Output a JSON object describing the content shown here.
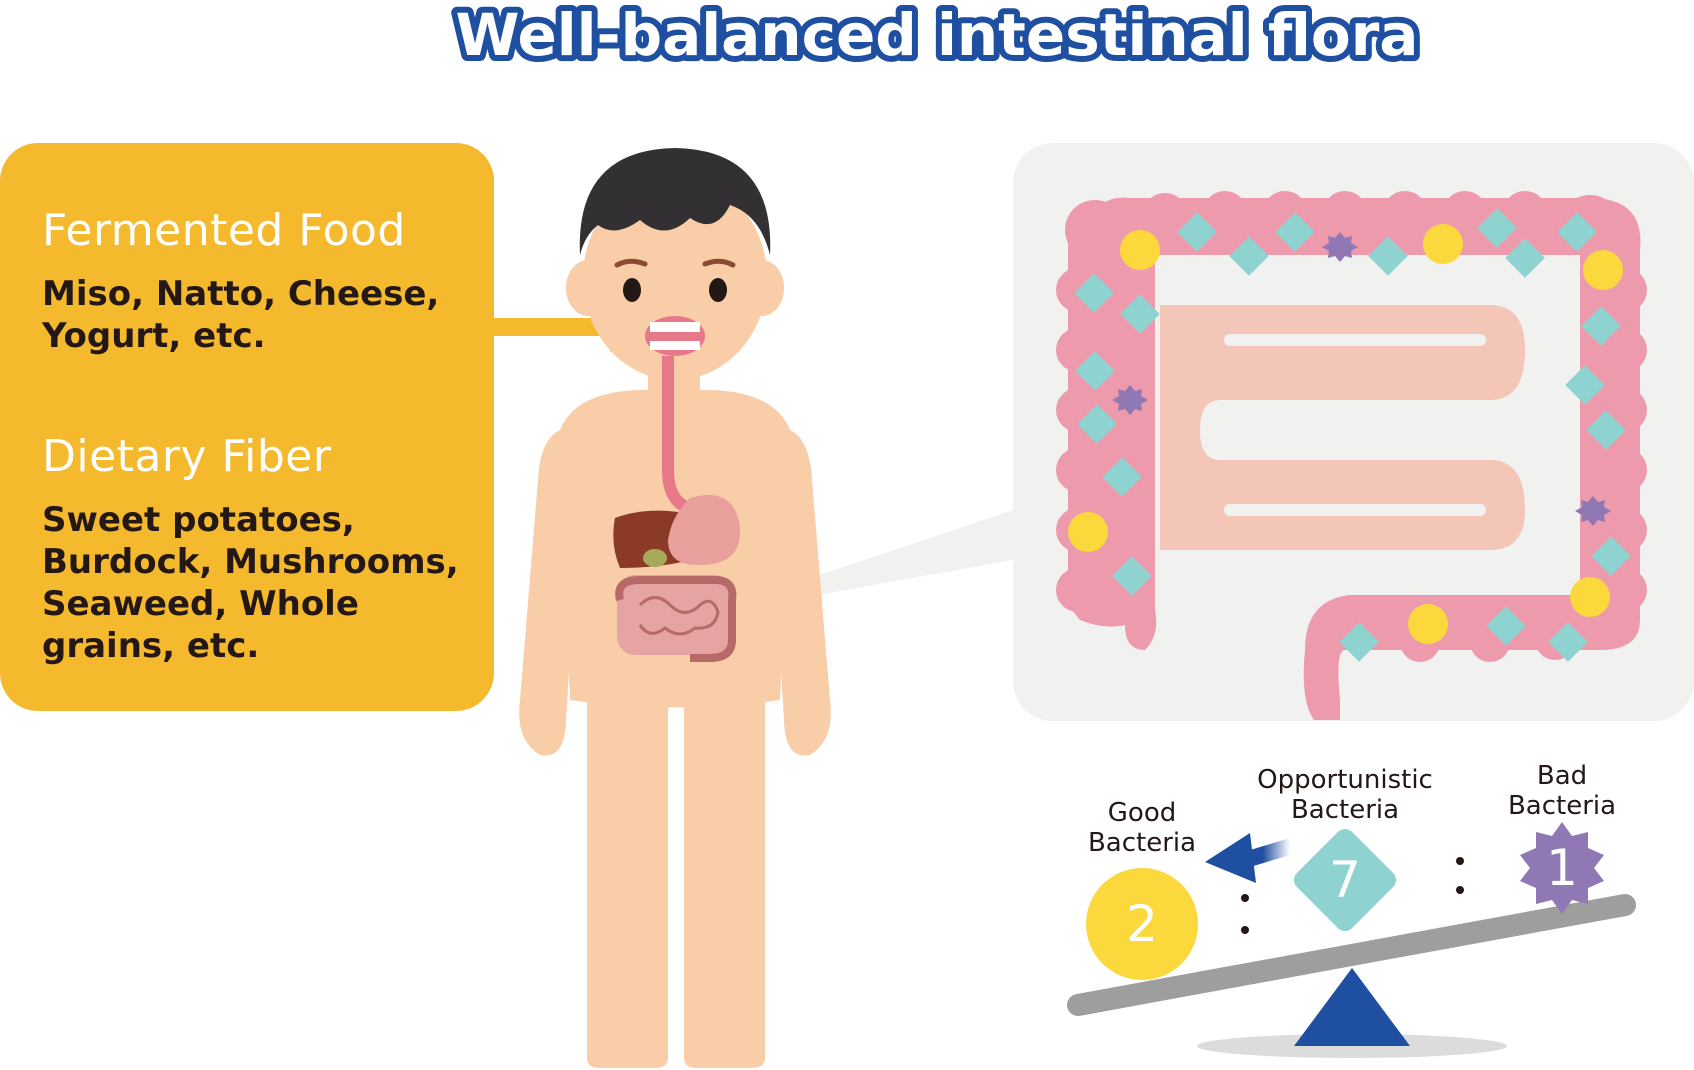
{
  "title": "Well-balanced intestinal flora",
  "food_panel": {
    "sections": [
      {
        "heading": "Fermented Food",
        "items": "Miso, Natto, Cheese, Yogurt, etc."
      },
      {
        "heading": "Dietary Fiber",
        "items": "Sweet potatoes, Burdock, Mushrooms, Seaweed, Whole grains, etc."
      }
    ]
  },
  "balance": {
    "good": {
      "label_line1": "Good",
      "label_line2": "Bacteria",
      "count": "2"
    },
    "opportunistic": {
      "label_line1": "Opportunistic",
      "label_line2": "Bacteria",
      "count": "7"
    },
    "bad": {
      "label_line1": "Bad",
      "label_line2": "Bacteria",
      "count": "1"
    },
    "separator": ":"
  },
  "colors": {
    "title_blue": "#1f4fa0",
    "panel_yellow": "#f5b92e",
    "good_yellow": "#fbd83c",
    "opportunistic_teal": "#8fd3d0",
    "bad_purple": "#8f78b4",
    "intestine_pink": "#ee9aad",
    "skin": "#f8cda7",
    "seesaw_blue": "#1f4fa0"
  }
}
